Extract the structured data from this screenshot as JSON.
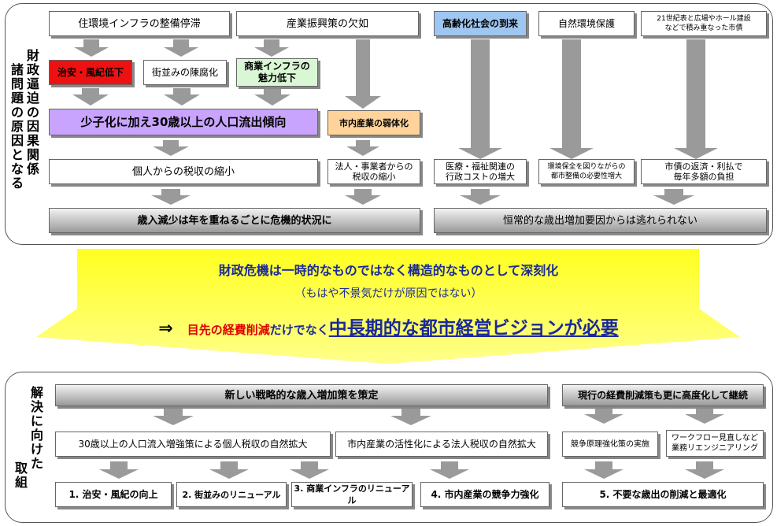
{
  "top": {
    "side_label": [
      "財政逼迫の",
      "諸問題の原因となる",
      "因果関係"
    ],
    "row1": [
      "住環境インフラの整備停滞",
      "産業振興策の欠如",
      "高齢化社会の到来",
      "自然環境保護",
      "21世紀表と広場やホール建設\nなどで積み重なった市債"
    ],
    "row2": [
      "治安・風紀低下",
      "街並みの陳腐化",
      "商業インフラの\n魅力低下"
    ],
    "row3": [
      "少子化に加え30歳以上の人口流出傾向",
      "市内産業の弱体化"
    ],
    "row4": [
      "個人からの税収の縮小",
      "法人・事業者からの\n税収の縮小",
      "医療・福祉関連の\n行政コストの増大",
      "環境保全を図りながらの\n都市整備の必要性増大",
      "市債の返済・利払で\n毎年多額の負担"
    ],
    "row5": [
      "歳入減少は年を重ねるごとに危機的状況に",
      "恒常的な歳出増加要因からは逃れられない"
    ]
  },
  "banner": {
    "line1": "財政危機は一時的なものではなく構造的なものとして深刻化",
    "line2": "（もはや不景気だけが原因ではない）",
    "arrow": "⇒",
    "red_text": "目先の経費削減",
    "mid_text": "だけでなく",
    "emph_text": "中長期的な都市経営ビジョンが必要"
  },
  "bottom": {
    "side_label_a": "解決に向けた",
    "side_label_b": "取組",
    "head_left": "新しい戦略的な歳入増加策を策定",
    "head_right": "現行の経費削減策も更に高度化して継続",
    "mid": [
      "30歳以上の人口流入増強策による個人税収の自然拡大",
      "市内産業の活性化による法人税収の自然拡大",
      "競争原理強化策の実施",
      "ワークフロー見直しなど\n業務リエンジニアリング"
    ],
    "items": [
      "1. 治安・風紀の向上",
      "2. 街並みのリニューアル",
      "3. 商業インフラのリニューアル",
      "4. 市内産業の競争力強化",
      "5. 不要な歳出の削減と最適化"
    ]
  },
  "colors": {
    "red_box": "#ee1111",
    "green_box": "#d9f7d4",
    "purple_box": "#c8a4ff",
    "orange_box": "#ffd39a",
    "blue_box": "#9ec6f0",
    "banner": "#ffff33",
    "arrow": "#9a9a9a"
  }
}
